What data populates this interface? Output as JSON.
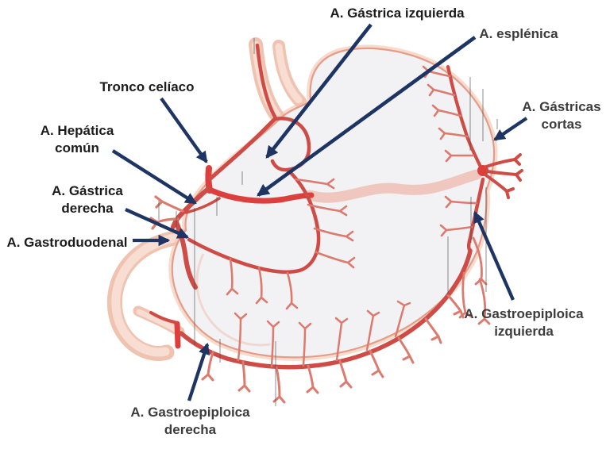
{
  "diagram": {
    "labels": {
      "gastrica_izquierda": {
        "line1": "A. Gástrica izquierda",
        "line2": ""
      },
      "esplenica": {
        "line1": "A. esplénica",
        "line2": ""
      },
      "tronco_celiaco": {
        "line1": "Tronco celíaco",
        "line2": ""
      },
      "hepatica_comun": {
        "line1": "A. Hepática",
        "line2": "común"
      },
      "gastrica_derecha": {
        "line1": "A. Gástrica",
        "line2": "derecha"
      },
      "gastroduodenal": {
        "line1": "A. Gastroduodenal",
        "line2": ""
      },
      "gastricas_cortas": {
        "line1": "A. Gástricas",
        "line2": "cortas"
      },
      "gastroepiploica_izquierda": {
        "line1": "A. Gastroepiploica",
        "line2": "izquierda"
      },
      "gastroepiploica_derecha": {
        "line1": "A. Gastroepiploica",
        "line2": "derecha"
      }
    },
    "colors": {
      "arrow": "#1e3563",
      "label_dark": "#1c1c1c",
      "label_gray": "#3c3c3c",
      "artery_main": "#cf4b46",
      "artery_bright": "#dd3f3c",
      "artery_light": "#dd7a6e",
      "organ_fill": "#f2f2f4",
      "organ_border": "#e59d8a",
      "organ_glow": "#f2c4ae",
      "tube_fill": "#f0c3b1",
      "tube_inner": "#f8ddd2",
      "band": "#eebbb2",
      "hairline": "#4a4a4a",
      "background": "#ffffff"
    }
  }
}
